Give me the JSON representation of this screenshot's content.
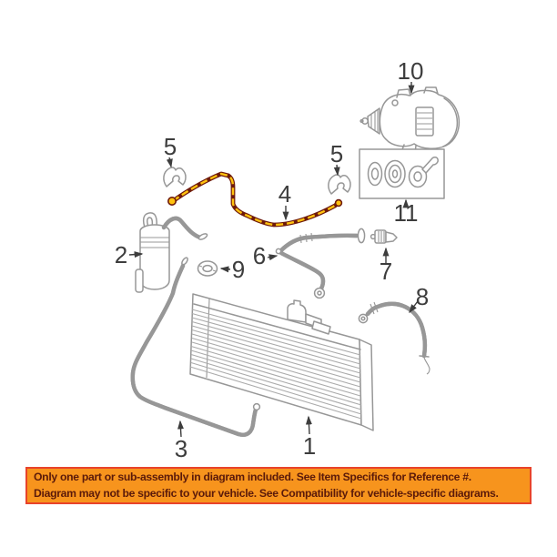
{
  "diagram": {
    "callouts": [
      "1",
      "2",
      "3",
      "4",
      "5",
      "6",
      "7",
      "8",
      "9",
      "10",
      "11"
    ]
  },
  "banner": {
    "line1": "Only one part or sub-assembly in diagram included. See Item Specifics for Reference #.",
    "line2": "Diagram may not be specific to your vehicle. See Compatibility for vehicle-specific diagrams."
  },
  "colors": {
    "background": "#FFFFFF",
    "diagram_line": "#979797",
    "callout_text": "#3D3D3D",
    "highlight_fill": "#FFC20E",
    "highlight_stroke": "#6E1A0B",
    "banner_bg": "#F7941D",
    "banner_border": "#E8432A",
    "banner_text": "#5B1A0A"
  }
}
